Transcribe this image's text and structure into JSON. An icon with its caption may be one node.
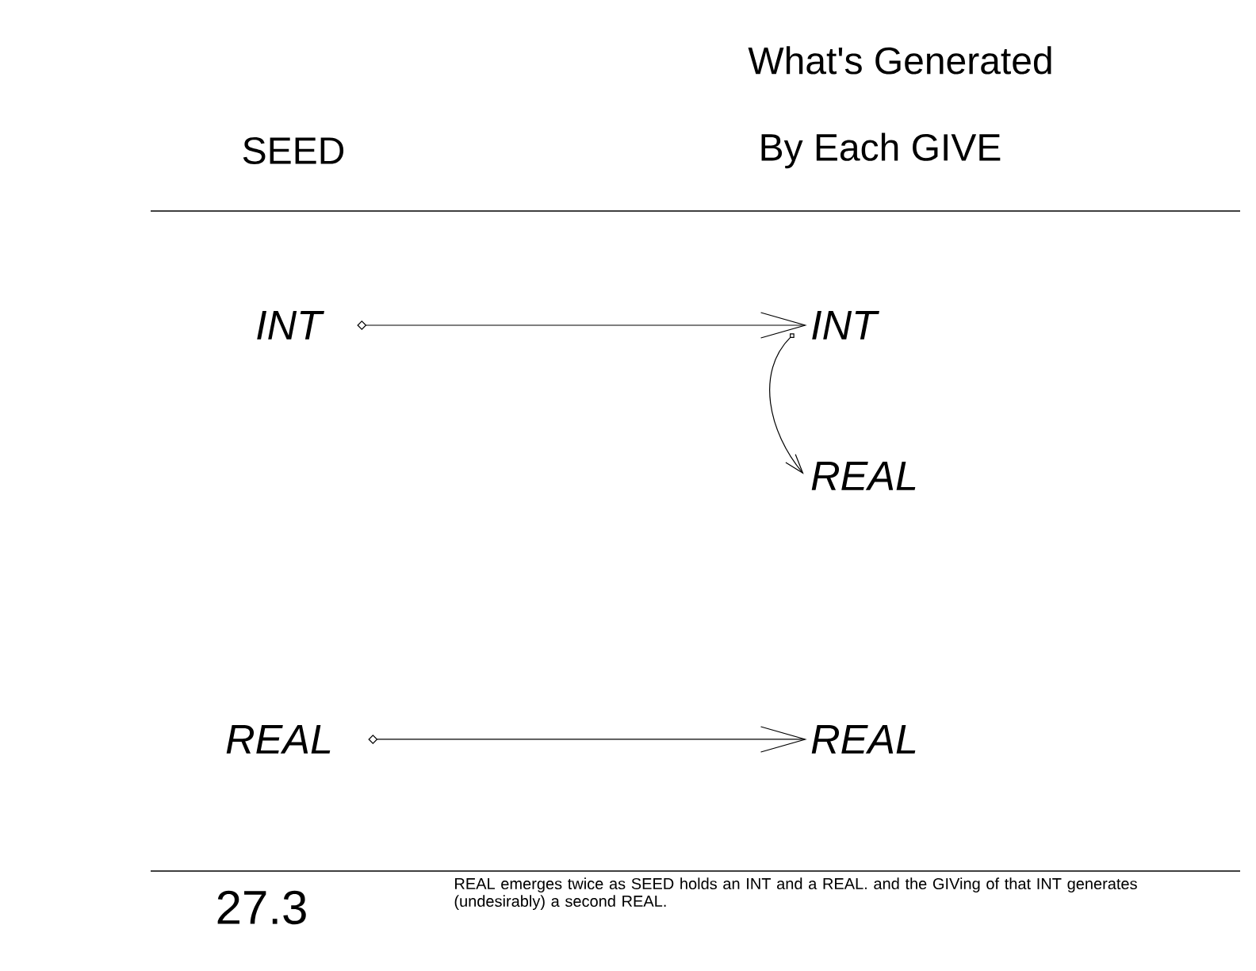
{
  "diagram": {
    "caption": "REAL emerges twice as SEED holds an INT and a REAL. and the GIVing of that INT generates (undesirably) a second REAL.",
    "nodes": [
      {
        "text": [
          "INT"
        ]
      },
      {
        "text": [
          "INT"
        ]
      },
      {
        "text": [
          "REAL"
        ]
      },
      {
        "text": [
          "REAL"
        ]
      },
      {
        "text": [
          "REAL"
        ]
      }
    ],
    "edges": [
      {
        "from": 0,
        "to": 1,
        "arrow": "to"
      },
      {
        "from": 1,
        "to": 2,
        "arrow": "to"
      },
      {
        "from": 3,
        "to": 4,
        "arrow": "to"
      }
    ],
    "labels": [
      "What's Generated",
      "SEED",
      "By Each GIVE",
      "27.3"
    ]
  }
}
